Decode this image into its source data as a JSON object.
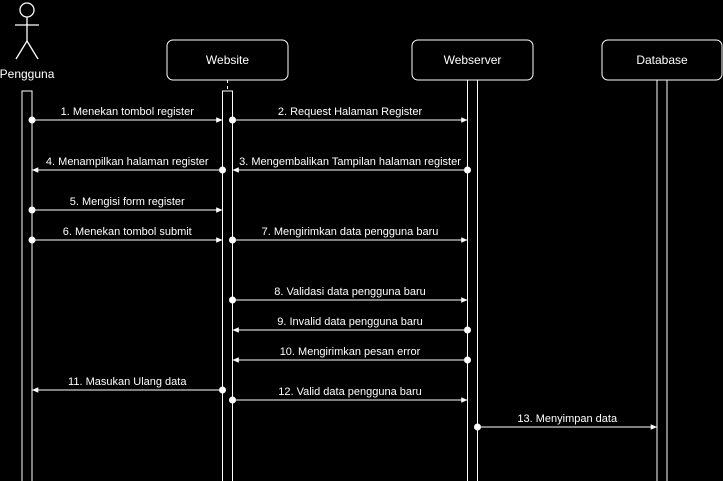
{
  "colors": {
    "background": "#000000",
    "foreground": "#ffffff"
  },
  "actor": {
    "label": "Pengguna",
    "icon": "stick-figure-icon"
  },
  "participants": [
    {
      "id": "website",
      "label": "Website"
    },
    {
      "id": "webserver",
      "label": "Webserver"
    },
    {
      "id": "database",
      "label": "Database"
    }
  ],
  "messages": [
    {
      "n": 1,
      "from": "pengguna",
      "to": "website",
      "label": "1. Menekan tombol register"
    },
    {
      "n": 2,
      "from": "website",
      "to": "webserver",
      "label": "2. Request  Halaman Register"
    },
    {
      "n": 3,
      "from": "webserver",
      "to": "website",
      "label": "3. Mengembalikan Tampilan halaman register"
    },
    {
      "n": 4,
      "from": "website",
      "to": "pengguna",
      "label": "4. Menampilkan halaman register"
    },
    {
      "n": 5,
      "from": "pengguna",
      "to": "website",
      "label": "5. Mengisi form register"
    },
    {
      "n": 6,
      "from": "pengguna",
      "to": "website",
      "label": "6. Menekan tombol submit"
    },
    {
      "n": 7,
      "from": "website",
      "to": "webserver",
      "label": "7. Mengirimkan data pengguna baru"
    },
    {
      "n": 8,
      "from": "website",
      "to": "webserver",
      "label": "8. Validasi  data pengguna baru"
    },
    {
      "n": 9,
      "from": "webserver",
      "to": "website",
      "label": "9. Invalid data pengguna baru"
    },
    {
      "n": 10,
      "from": "webserver",
      "to": "website",
      "label": "10. Mengirimkan pesan error"
    },
    {
      "n": 11,
      "from": "website",
      "to": "pengguna",
      "label": "11. Masukan Ulang data"
    },
    {
      "n": 12,
      "from": "website",
      "to": "webserver",
      "label": "12. Valid data pengguna baru"
    },
    {
      "n": 13,
      "from": "webserver",
      "to": "database",
      "label": "13.  Menyimpan data"
    }
  ]
}
